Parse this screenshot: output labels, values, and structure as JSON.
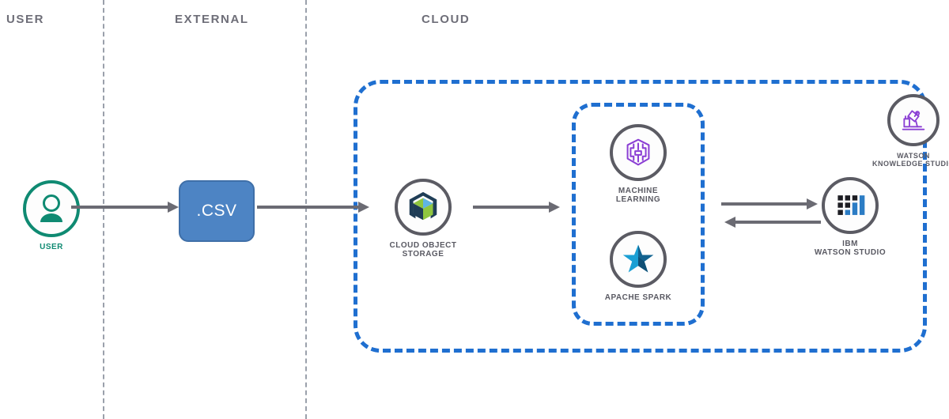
{
  "diagram": {
    "title_zones": {
      "user": "USER",
      "external": "EXTERNAL",
      "cloud": "CLOUD"
    },
    "colors": {
      "cloud_boundary": "#1f6fd0",
      "compute_boundary": "#1f6fd0",
      "user_accent": "#0f8a72",
      "csv_box": "#4d84c4",
      "arrow": "#6b6b73",
      "divider": "#9aa0ab",
      "zone_label": "#6e6e78",
      "ml_icon": "#8b3fd4",
      "spark_icon": "#1a9fd4",
      "watson_icon": "#2b7cc4"
    },
    "nodes": [
      {
        "id": "user",
        "icon": "user-avatar-icon",
        "label": "USER",
        "zone": "user"
      },
      {
        "id": "csv",
        "icon": "file-box-icon",
        "label": ".CSV",
        "zone": "external"
      },
      {
        "id": "storage",
        "icon": "cloud-object-storage-icon",
        "label_line1": "CLOUD OBJECT",
        "label_line2": "STORAGE",
        "zone": "cloud"
      },
      {
        "id": "machine-learning",
        "icon": "brain-icon",
        "label_line1": "MACHINE",
        "label_line2": "LEARNING",
        "zone": "cloud"
      },
      {
        "id": "apache-spark",
        "icon": "star-icon",
        "label_line1": "APACHE SPARK",
        "label_line2": "",
        "zone": "cloud"
      },
      {
        "id": "watson-studio",
        "icon": "bar-chart-icon",
        "label_line1": "IBM",
        "label_line2": "WATSON STUDIO",
        "zone": "cloud"
      },
      {
        "id": "watson-knowledge",
        "icon": "microscope-icon",
        "label_line1": "WATSON",
        "label_line2": "KNOWLEDGE STUDIO",
        "zone": "cloud"
      }
    ],
    "arrows": [
      {
        "id": "user-to-csv",
        "from": "user",
        "to": "csv",
        "direction": "right"
      },
      {
        "id": "csv-to-storage",
        "from": "csv",
        "to": "storage",
        "direction": "right"
      },
      {
        "id": "storage-to-compute",
        "from": "storage",
        "to": "compute-group",
        "direction": "right"
      },
      {
        "id": "compute-to-watson",
        "from": "compute-group",
        "to": "watson-studio",
        "direction": "bidirectional"
      }
    ]
  }
}
